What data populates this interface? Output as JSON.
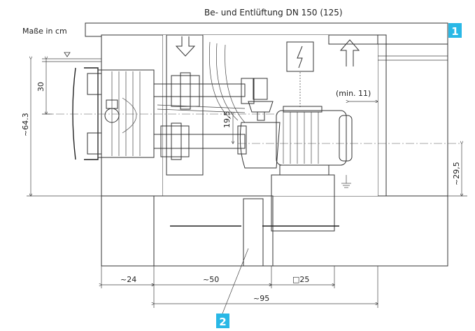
{
  "title": "Be- und Entlüftung DN 150 (125)",
  "units_note": "Maße in cm",
  "markers": {
    "m1": "1",
    "m2": "2"
  },
  "marker_color": "#29b8e6",
  "dimensions": {
    "h30": "30",
    "h643": "~64.3",
    "h195": "19,5",
    "min11": "(min. 11)",
    "h295": "~29,5",
    "w24": "~24",
    "w50": "~50",
    "w25": "□25",
    "w95": "~95"
  }
}
